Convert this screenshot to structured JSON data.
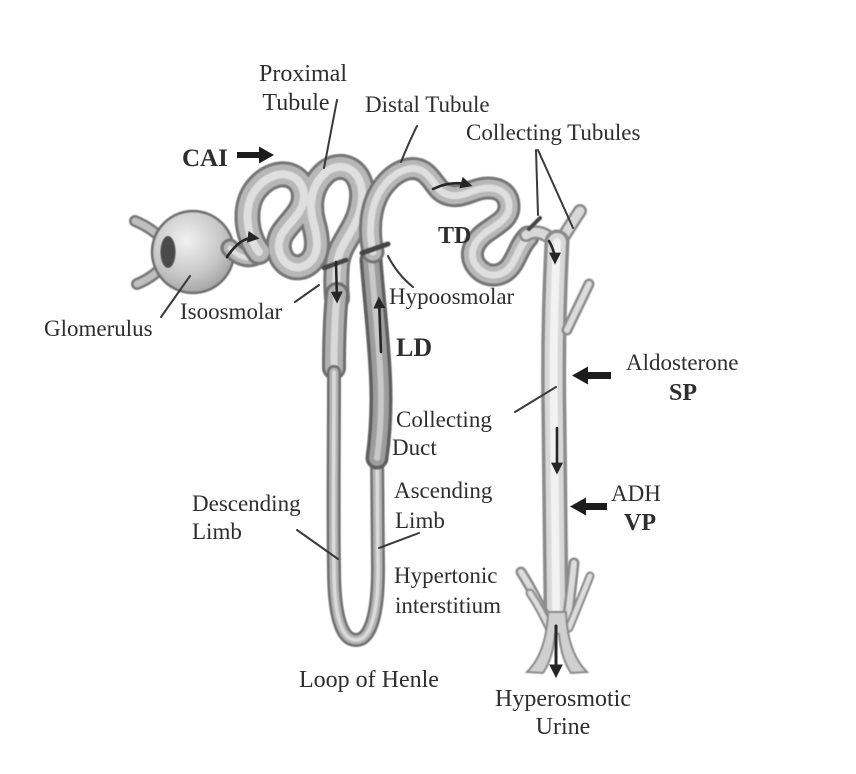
{
  "figure": {
    "type": "nephron-diagram",
    "colors": {
      "background": "#ffffff",
      "ink": "#2e2e2e",
      "tube_edge": "#757575",
      "tube_body": "#b7b7b7",
      "duct_body": "#d8d8d8",
      "block_arrow": "#1c1c1c"
    },
    "labels": {
      "proximal_tubule": [
        "Proximal",
        "Tubule"
      ],
      "distal_tubule": "Distal Tubule",
      "collecting_tubules": "Collecting Tubules",
      "cai": "CAI",
      "td": "TD",
      "glomerulus": "Glomerulus",
      "isoosmolar": "Isoosmolar",
      "hypoosmolar": "Hypoosmolar",
      "ld": "LD",
      "aldosterone": "Aldosterone",
      "sp": "SP",
      "collecting_duct": [
        "Collecting",
        "Duct"
      ],
      "descending_limb": [
        "Descending",
        "Limb"
      ],
      "ascending_limb": [
        "Ascending",
        "Limb"
      ],
      "adh": "ADH",
      "vp": "VP",
      "hypertonic_interstitium": [
        "Hypertonic",
        "interstitium"
      ],
      "loop_of_henle": "Loop of Henle",
      "hyperosmotic_urine": [
        "Hyperosmotic",
        "Urine"
      ]
    }
  }
}
